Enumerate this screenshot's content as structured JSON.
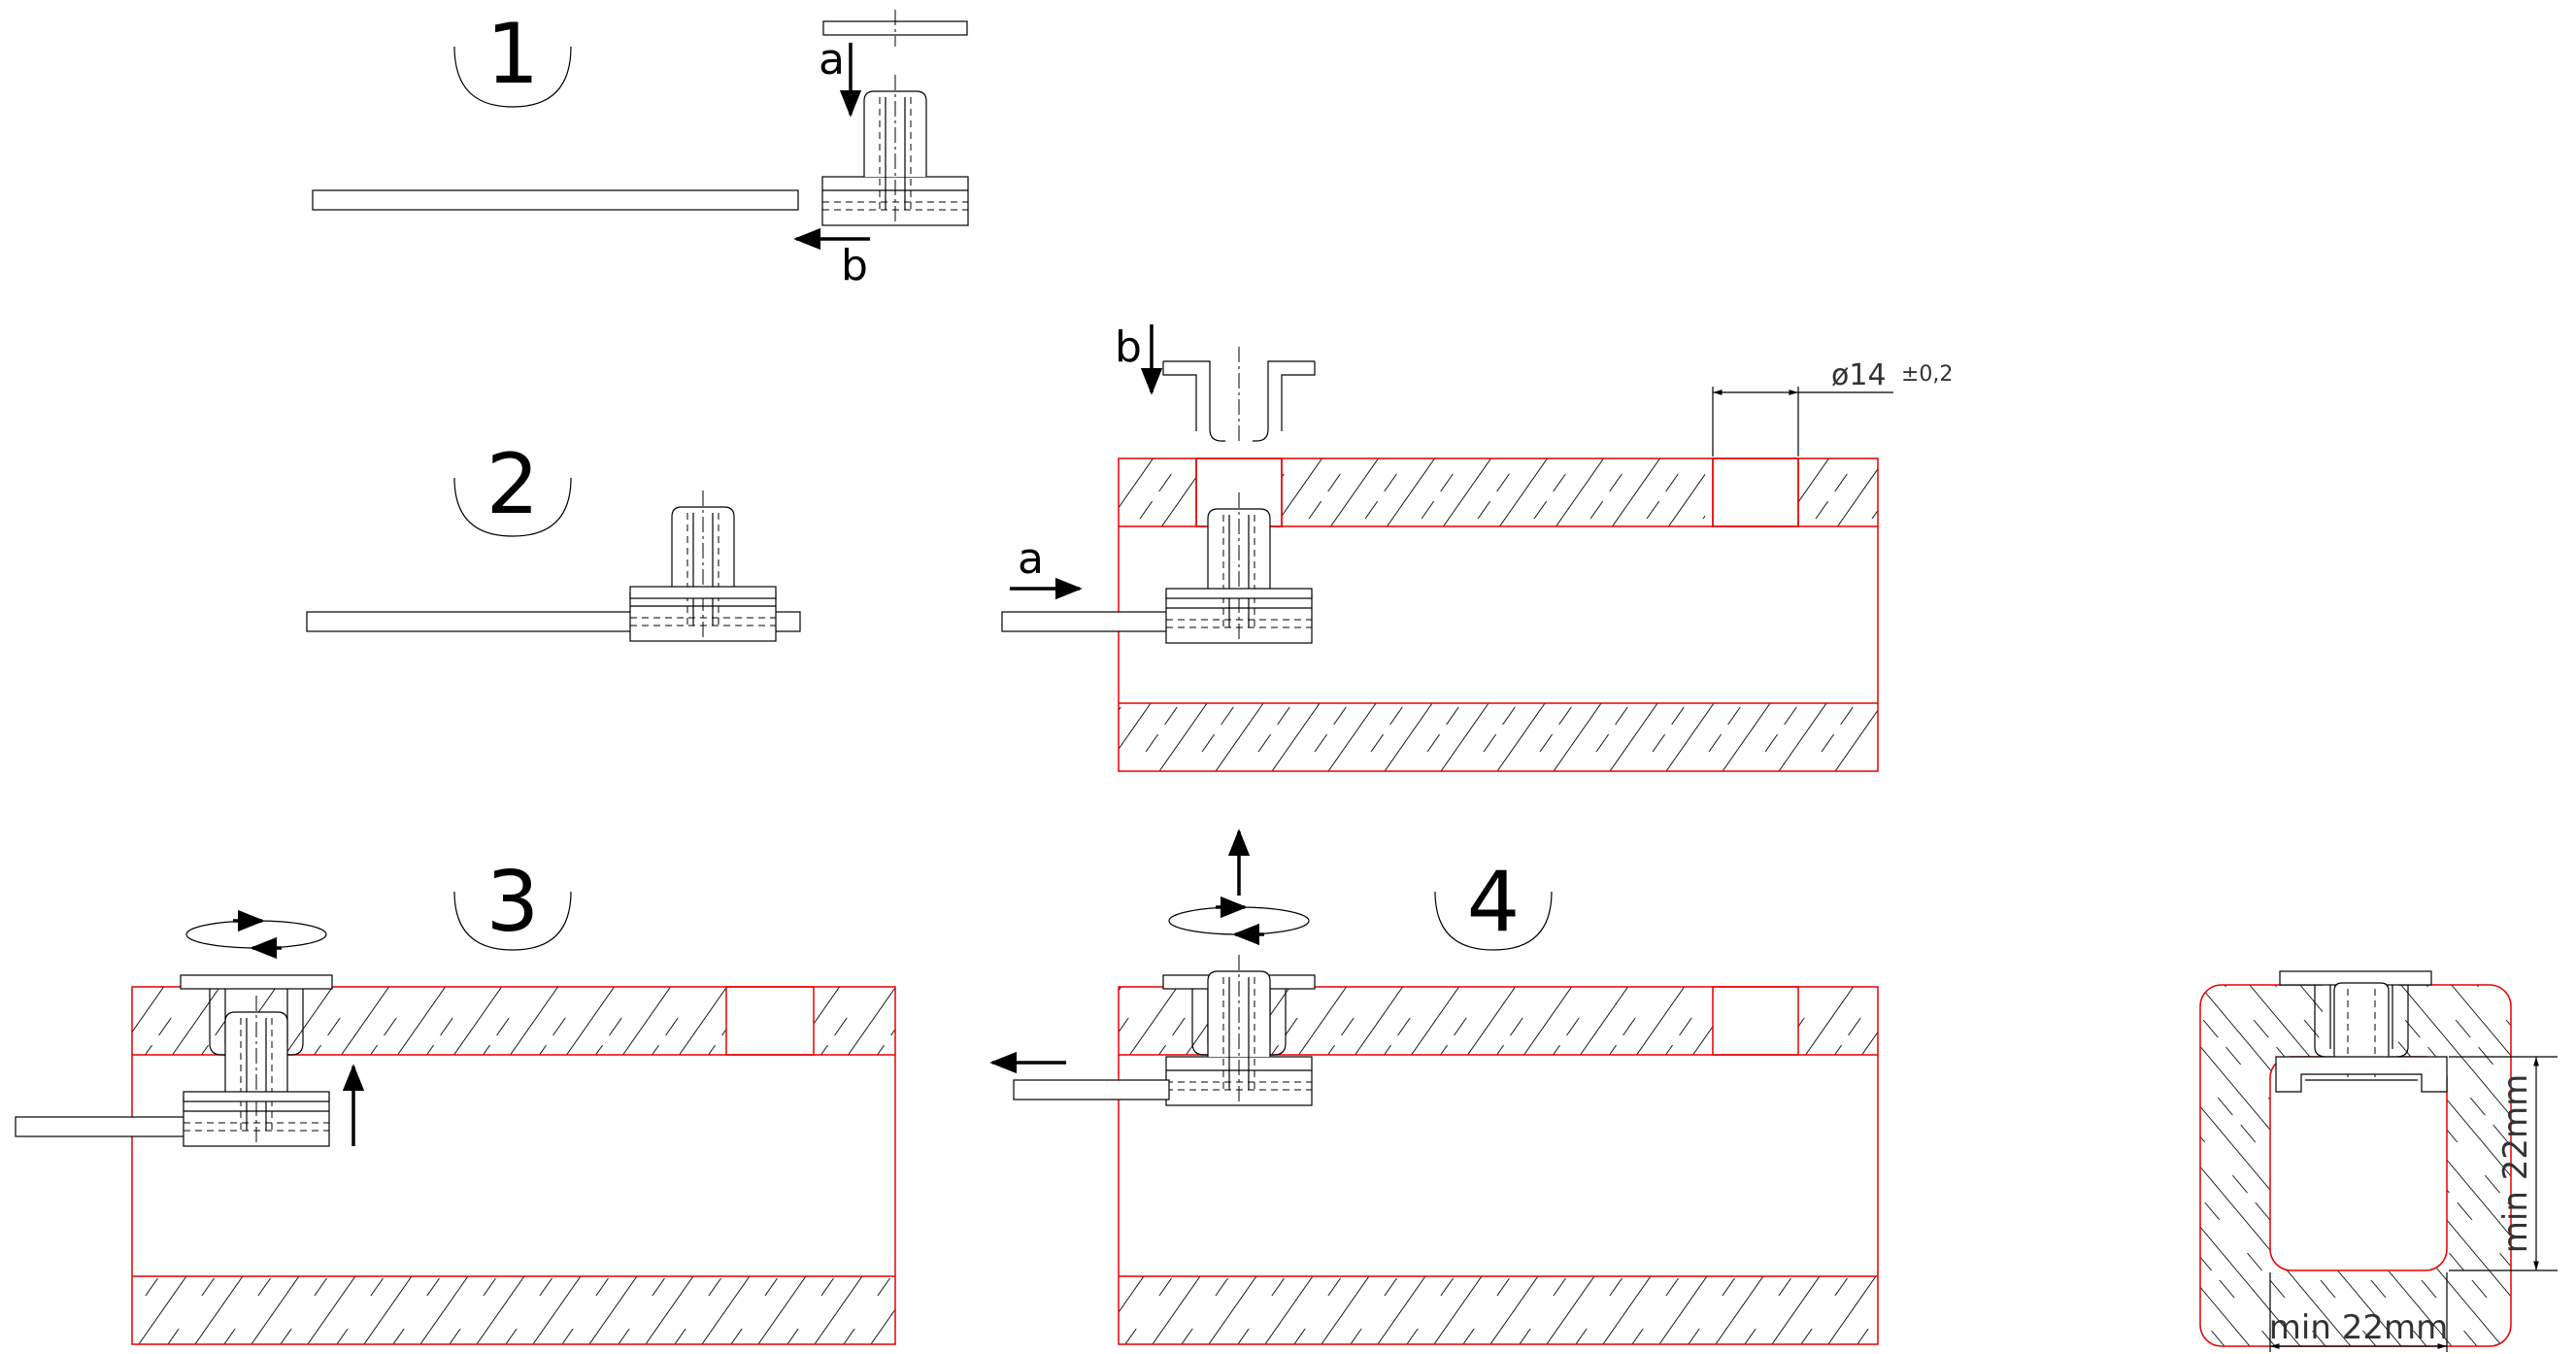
{
  "steps": {
    "step1": "1",
    "step2": "2",
    "step3": "3",
    "step4": "4"
  },
  "arrow_labels": {
    "s1_a": "a",
    "s1_b": "b",
    "s2_a": "a",
    "s2_b": "b"
  },
  "dimensions": {
    "hole_diameter": "ø14",
    "hole_tolerance": "±0,2",
    "min_height": "min 22mm",
    "min_width": "min 22mm"
  },
  "icons": {
    "rotate": "rotate-arrow-icon",
    "insert": "insert-arrow-icon"
  }
}
